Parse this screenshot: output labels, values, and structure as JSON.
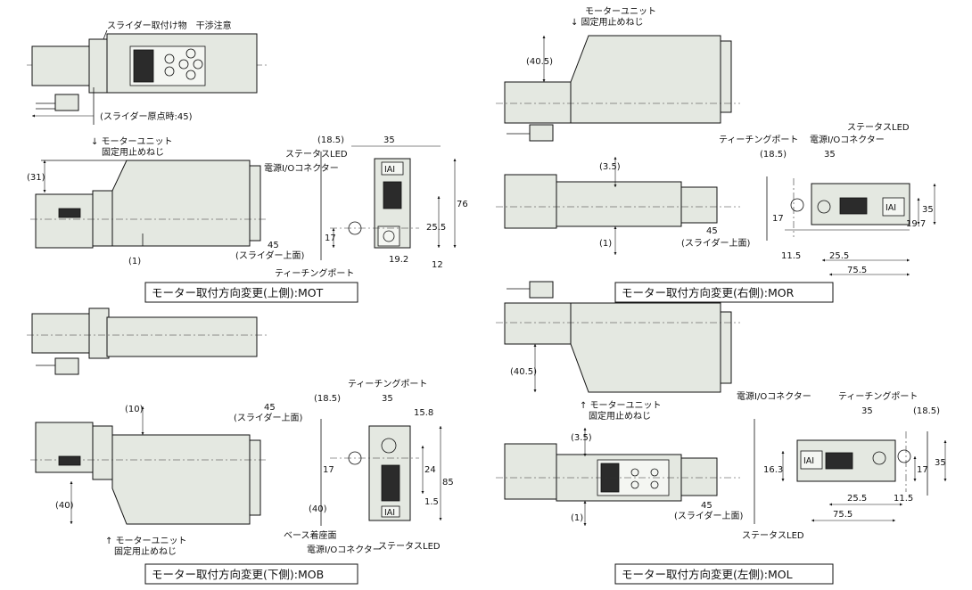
{
  "top_left": {
    "callout_slider": "スライダー取付け物　干渉注意",
    "origin_note": "(スライダー原点時:45)"
  },
  "mot": {
    "motor_screw_1": "↓ モーターユニット",
    "motor_screw_2": "固定用止めねじ",
    "dim_31": "(31)",
    "dim_1": "(1)",
    "dim_185": "(18.5)",
    "dim_35": "35",
    "status_led": "ステータスLED",
    "power_io": "電源I/Oコネクター",
    "dim_45": "45",
    "slider_top": "(スライダー上面)",
    "dim_17": "17",
    "dim_255": "25.5",
    "dim_76": "76",
    "dim_192": "19.2",
    "dim_12": "12",
    "teaching_port": "ティーチングポート",
    "caption": "モーター取付方向変更(上側):MOT"
  },
  "mob": {
    "dim_10": "(10)",
    "dim_40": "(40)",
    "motor_screw_1": "↑ モーターユニット",
    "motor_screw_2": "固定用止めねじ",
    "teaching_port": "ティーチングポート",
    "dim_185": "(18.5)",
    "dim_35": "35",
    "dim_158": "15.8",
    "dim_45": "45",
    "slider_top": "(スライダー上面)",
    "dim_17": "17",
    "dim_24": "24",
    "dim_85": "85",
    "dim_15": "1.5",
    "dim_40b": "(40)",
    "base_face": "ベース着座面",
    "power_io": "電源I/Oコネクター",
    "status_led": "ステータスLED",
    "caption": "モーター取付方向変更(下側):MOB"
  },
  "mor": {
    "motor_screw_1": "モーターユニット",
    "motor_screw_2": "↓ 固定用止めねじ",
    "dim_405": "(40.5)",
    "dim_35v": "(3.5)",
    "dim_1": "(1)",
    "teaching_port": "ティーチングポート",
    "power_io": "電源I/Oコネクター",
    "status_led": "ステータスLED",
    "dim_185": "(18.5)",
    "dim_35": "35",
    "dim_17": "17",
    "dim_45": "45",
    "slider_top": "(スライダー上面)",
    "dim_197": "19.7",
    "dim_35r": "35",
    "dim_115": "11.5",
    "dim_255": "25.5",
    "dim_755": "75.5",
    "caption": "モーター取付方向変更(右側):MOR"
  },
  "mol": {
    "dim_405": "(40.5)",
    "motor_screw_1": "↑ モーターユニット",
    "motor_screw_2": "固定用止めねじ",
    "dim_35v": "(3.5)",
    "dim_1": "(1)",
    "dim_45": "45",
    "slider_top": "(スライダー上面)",
    "power_io": "電源I/Oコネクター",
    "teaching_port": "ティーチングポート",
    "dim_35": "35",
    "dim_185": "(18.5)",
    "dim_163": "16.3",
    "dim_17": "17",
    "dim_35r": "35",
    "dim_255": "25.5",
    "dim_115": "11.5",
    "dim_755": "75.5",
    "status_led": "ステータスLED",
    "caption": "モーター取付方向変更(左側):MOL"
  },
  "logo_text": "IAI"
}
